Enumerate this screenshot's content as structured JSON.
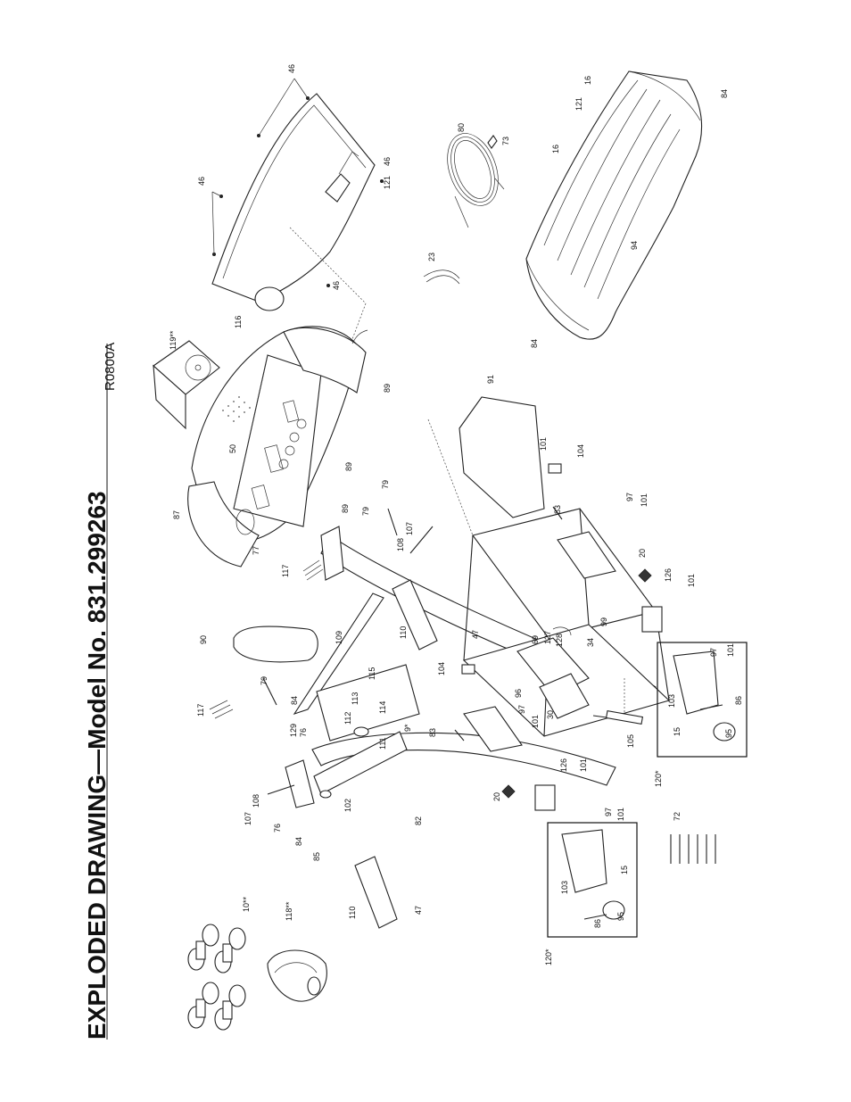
{
  "title": "EXPLODED DRAWING—Model No. 831.299263",
  "drawing_code": "R0800A",
  "labels": {
    "l46a": "46",
    "l46b": "46",
    "l46c": "46",
    "l46d": "46",
    "l121a": "121",
    "l121b": "121",
    "l116": "116",
    "l119": "119**",
    "l80": "80",
    "l73": "73",
    "l23": "23",
    "l16a": "16",
    "l16b": "16",
    "l84a": "84",
    "l84b": "84",
    "l94": "94",
    "l50": "50",
    "l87": "87",
    "l77": "77",
    "l89a": "89",
    "l89b": "89",
    "l89c": "89",
    "l79a": "79",
    "l79b": "79",
    "l107a": "107",
    "l108a": "108",
    "l117a": "117",
    "l91": "91",
    "l101a": "101",
    "l104a": "104",
    "l83a": "83",
    "l97a": "97",
    "l101b": "101",
    "l20a": "20",
    "l126a": "126",
    "l101c": "101",
    "l69": "69",
    "l127": "127",
    "l128": "128",
    "l34": "34",
    "l99": "99",
    "l90": "90",
    "l110a": "110",
    "l47a": "47",
    "l109": "109",
    "l104b": "104",
    "l96": "96",
    "l97b": "97",
    "l101d": "101",
    "l30": "30",
    "l83b": "83",
    "l105": "105",
    "l97c": "97",
    "l101e": "101",
    "l86a": "86",
    "l103a": "103",
    "l15a": "15",
    "l95a": "95",
    "l120a": "120*",
    "l117b": "117",
    "l79c": "79",
    "l84c": "84",
    "l129": "129",
    "l115": "115",
    "l113": "113",
    "l114": "114",
    "l112": "112",
    "l9": "9*",
    "l111": "111",
    "l76a": "76",
    "l107b": "107",
    "l108b": "108",
    "l76b": "76",
    "l84d": "84",
    "l85": "85",
    "l102": "102",
    "l82": "82",
    "l126b": "126",
    "l101f": "101",
    "l20b": "20",
    "l97d": "97",
    "l101g": "101",
    "l15b": "15",
    "l103b": "103",
    "l86b": "86",
    "l95b": "95",
    "l120b": "120*",
    "l72": "72",
    "l10": "10**",
    "l118": "118**",
    "l110b": "110",
    "l47b": "47"
  }
}
